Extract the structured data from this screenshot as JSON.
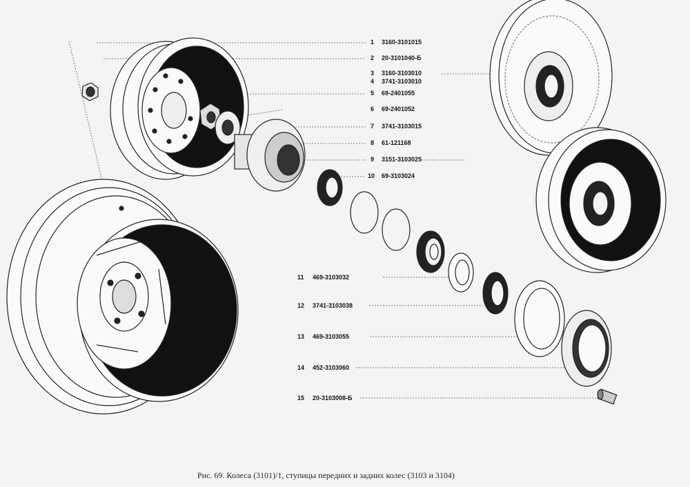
{
  "parts": [
    {
      "num": "1",
      "code": "3160-3101015"
    },
    {
      "num": "2",
      "code": "20-3101040-Б"
    },
    {
      "num": "3",
      "code": "3160-3103010"
    },
    {
      "num": "4",
      "code": "3741-3103010"
    },
    {
      "num": "5",
      "code": "69-2401055"
    },
    {
      "num": "6",
      "code": "69-2401052"
    },
    {
      "num": "7",
      "code": "3741-3103015"
    },
    {
      "num": "8",
      "code": "61-121168"
    },
    {
      "num": "9",
      "code": "3151-3103025"
    },
    {
      "num": "10",
      "code": "69-3103024"
    },
    {
      "num": "11",
      "code": "469-3103032"
    },
    {
      "num": "12",
      "code": "3741-3103038"
    },
    {
      "num": "13",
      "code": "469-3103055"
    },
    {
      "num": "14",
      "code": "452-3103060"
    },
    {
      "num": "15",
      "code": "20-3103008-Б"
    }
  ],
  "caption": "Рис. 69. Колеса (3101)/1, ступицы передних и задних колес (3103 и 3104)"
}
